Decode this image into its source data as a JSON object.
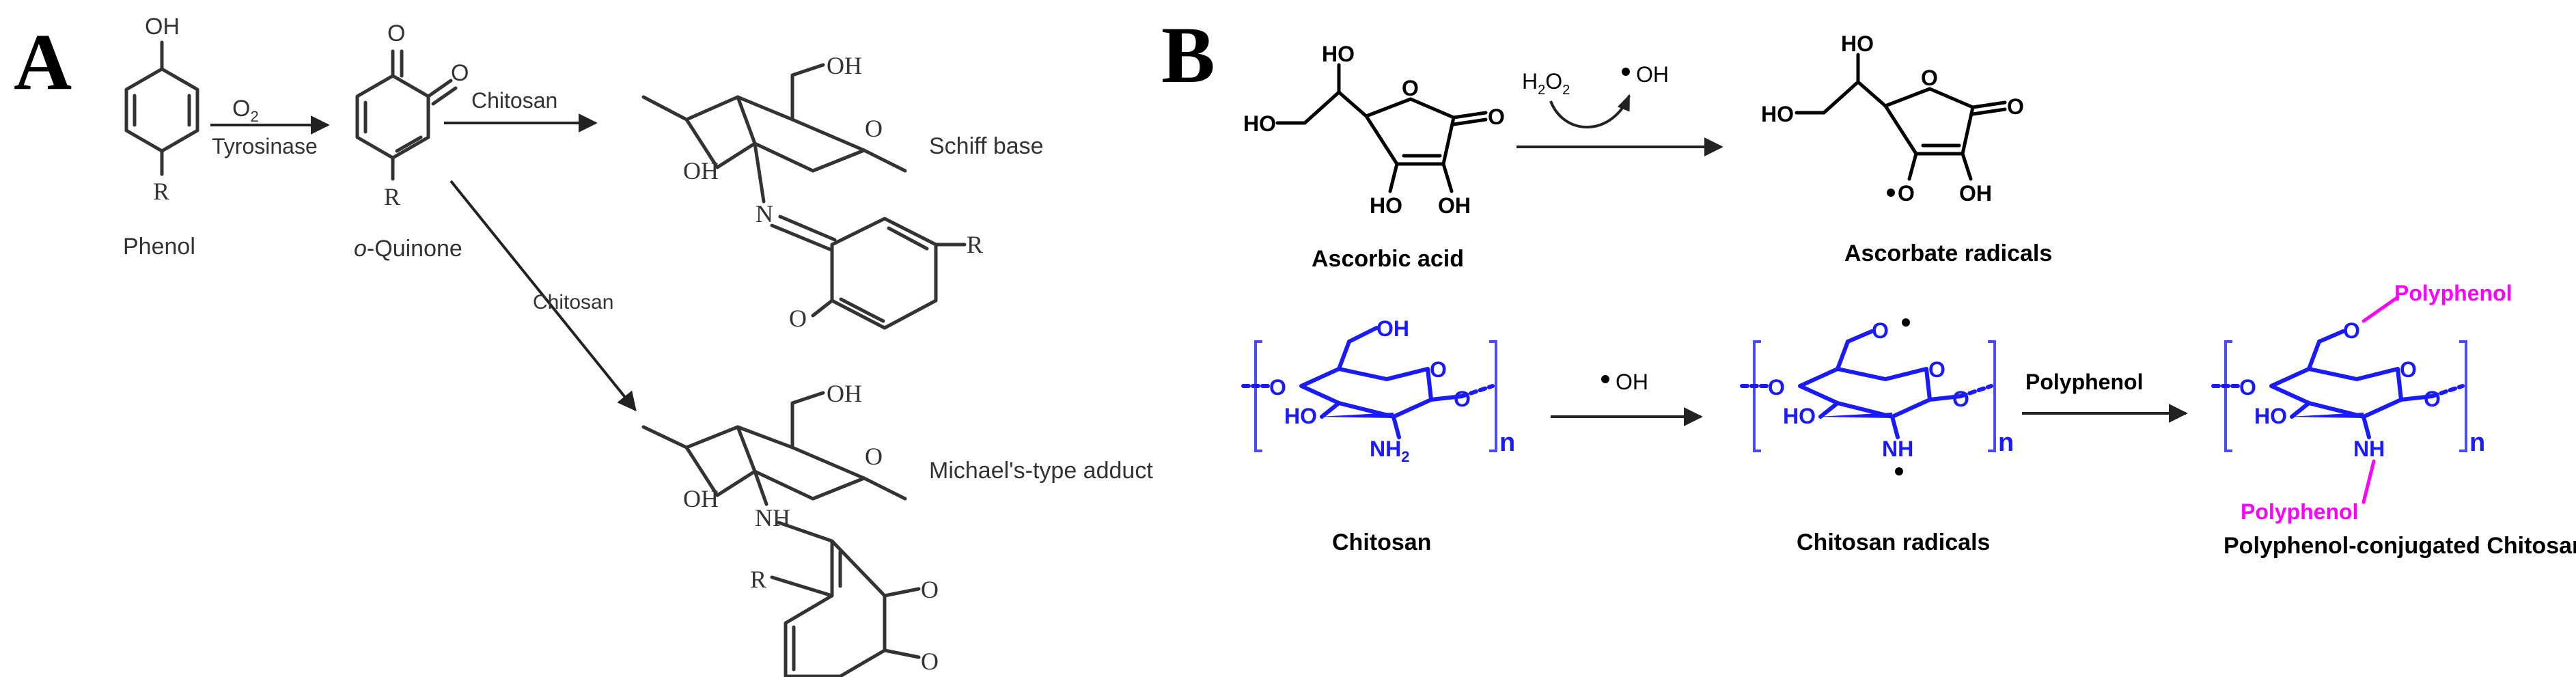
{
  "panel_a": {
    "label": "A",
    "phenol_oh": "OH",
    "phenol_r": "R",
    "phenol_name": "Phenol",
    "o2_main": "O",
    "o2_sub": "2",
    "enzyme": "Tyrosinase",
    "quinone_o1": "O",
    "quinone_o2": "O",
    "quinone_r": "R",
    "quinone_prefix": "o",
    "quinone_suffix": "-Quinone",
    "chitosan_upper": "Chitosan",
    "chitosan_lower": "Chitosan",
    "schiff_oh_top": "OH",
    "schiff_oh_left": "OH",
    "schiff_o_ring": "O",
    "schiff_n": "N",
    "schiff_o": "O",
    "schiff_r": "R",
    "schiff_name": "Schiff base",
    "michael_oh_top": "OH",
    "michael_oh_left": "OH",
    "michael_o_ring": "O",
    "michael_nh": "NH",
    "michael_r": "R",
    "michael_o1": "O",
    "michael_o2": "O",
    "michael_name": "Michael's-type adduct"
  },
  "panel_b": {
    "label": "B",
    "asc_ho_top": "HO",
    "asc_ho_left": "HO",
    "asc_ho_bottom": "HO",
    "asc_oh_bottom": "OH",
    "asc_o_ring": "O",
    "asc_o_carbonyl": "O",
    "asc_name": "Ascorbic acid",
    "h2o2_main": "H",
    "h2o2_sub1": "2",
    "h2o2_mid": "O",
    "h2o2_sub2": "2",
    "oh_radical": "OH",
    "ascr_ho_top": "HO",
    "ascr_ho_left": "HO",
    "ascr_o_radical": "O",
    "ascr_oh_bottom": "OH",
    "ascr_o_ring": "O",
    "ascr_o_carbonyl": "O",
    "ascr_name": "Ascorbate radicals",
    "chi_oh_top": "OH",
    "chi_ho_left": "HO",
    "chi_nh2_main": "NH",
    "chi_nh2_sub": "2",
    "chi_o_ring": "O",
    "chi_n": "n",
    "chi_name": "Chitosan",
    "oh_radical2": "OH",
    "chir_o": "O",
    "chir_ho_left": "HO",
    "chir_nh": "NH",
    "chir_o_ring": "O",
    "chir_n": "n",
    "chir_name": "Chitosan radicals",
    "polyphenol_arrow": "Polyphenol",
    "pc_polyphenol_top": "Polyphenol",
    "pc_o": "O",
    "pc_ho_left": "HO",
    "pc_nh": "NH",
    "pc_o_ring": "O",
    "pc_n": "n",
    "pc_polyphenol_bottom": "Polyphenol",
    "pc_name": "Polyphenol-conjugated Chitosan"
  },
  "colors": {
    "chitosan_blue": "#1a1aff",
    "polyphenol_magenta": "#ff00ff",
    "ink": "#000000"
  }
}
